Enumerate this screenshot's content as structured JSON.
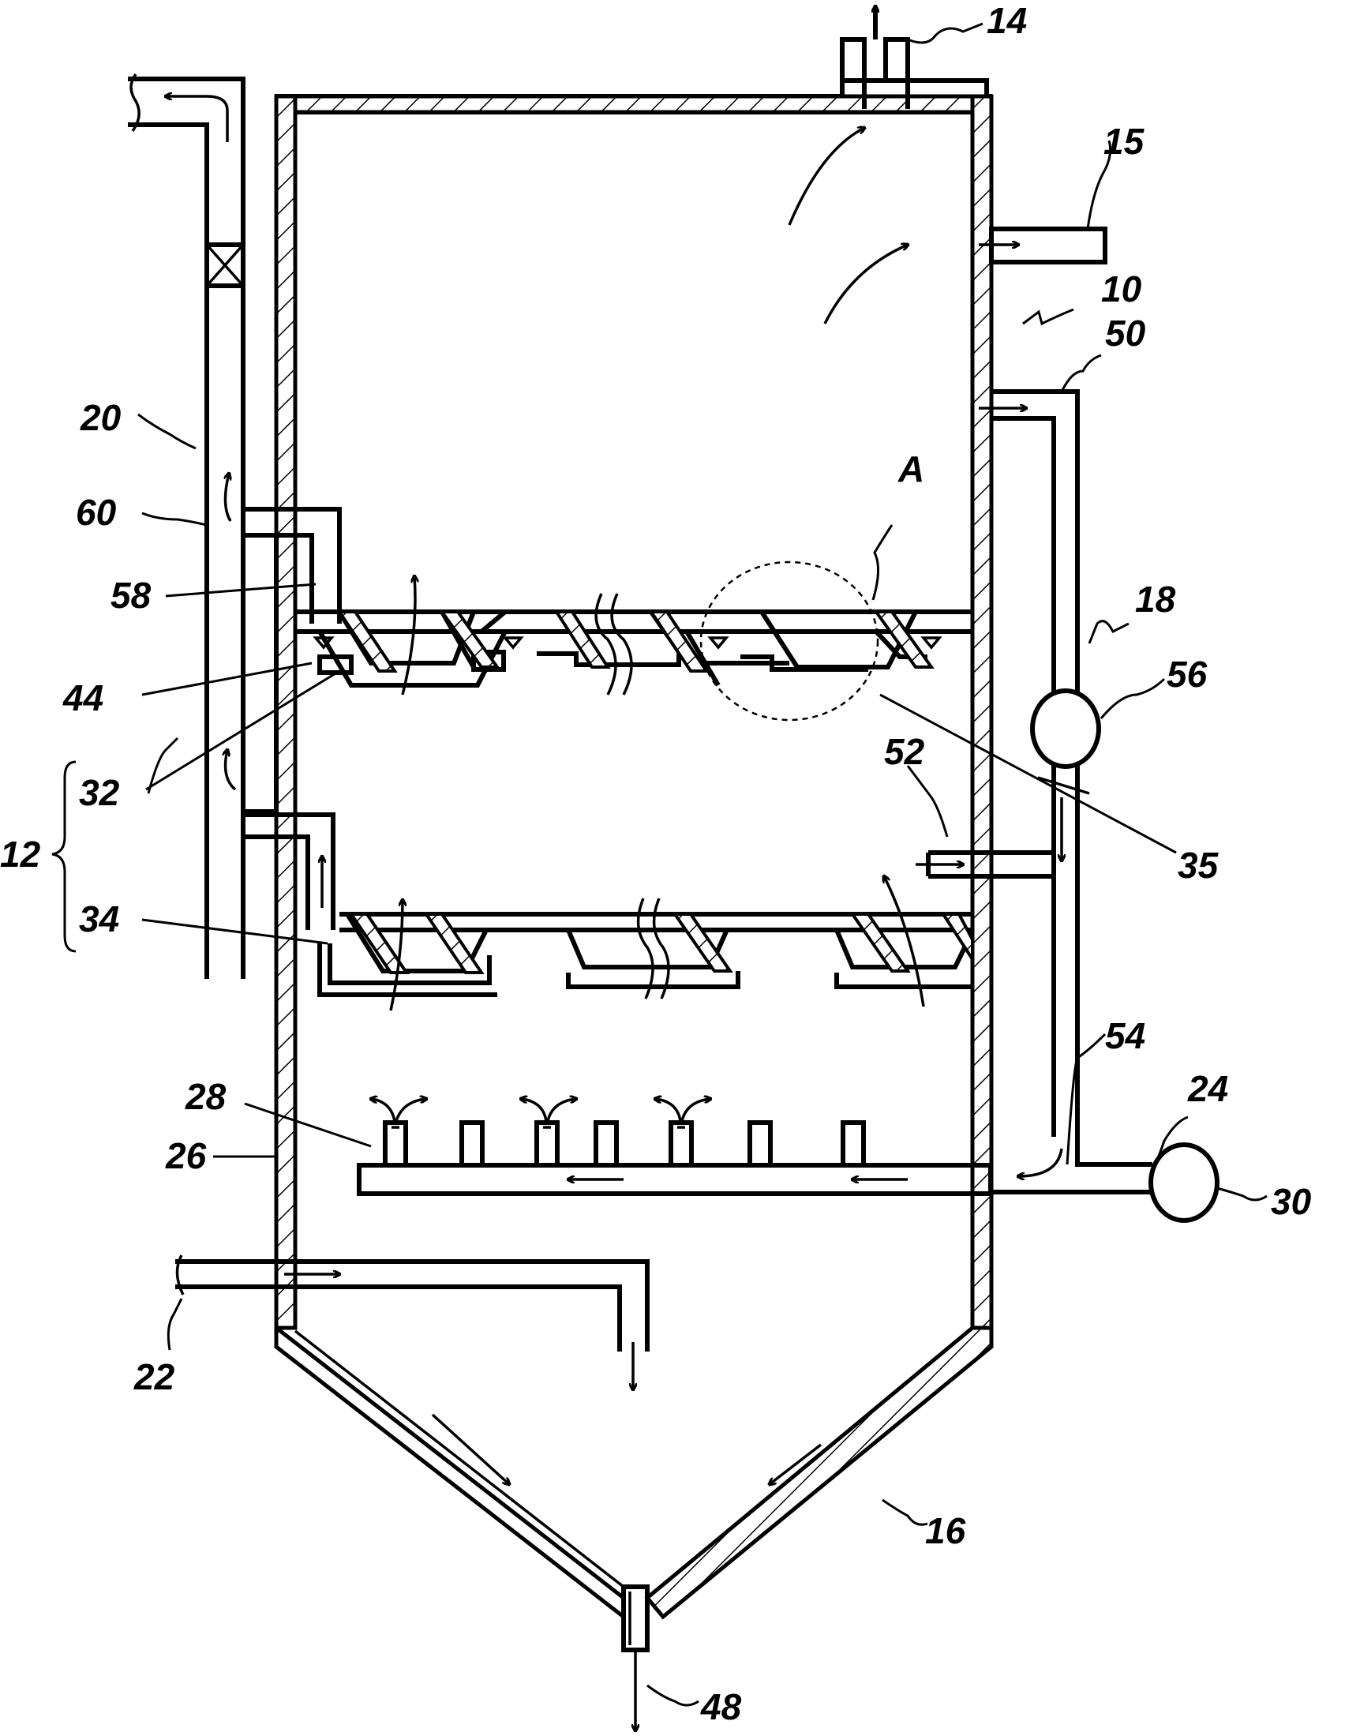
{
  "labels": {
    "l14": "14",
    "l15": "15",
    "l10": "10",
    "l50": "50",
    "l20": "20",
    "l60": "60",
    "l58": "58",
    "lA": "A",
    "l18": "18",
    "l56": "56",
    "l44": "44",
    "l32": "32",
    "l12": "12",
    "l34": "34",
    "l52": "52",
    "l35": "35",
    "l54": "54",
    "l24": "24",
    "l28": "28",
    "l26": "26",
    "l30": "30",
    "l22": "22",
    "l16": "16",
    "l48": "48"
  },
  "colors": {
    "line": "#000000",
    "background": "#ffffff"
  }
}
